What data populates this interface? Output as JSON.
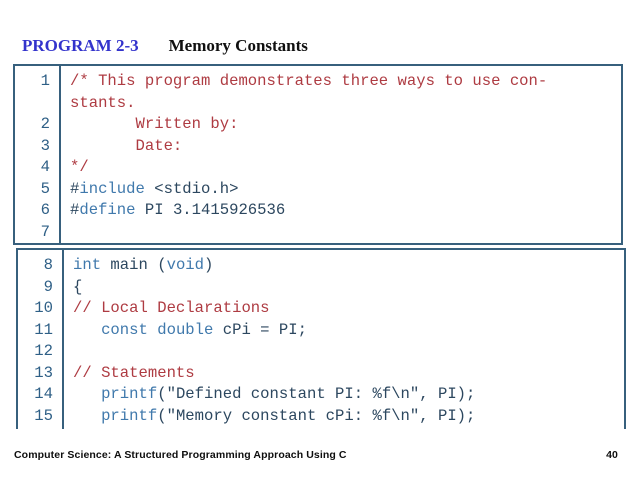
{
  "header": {
    "program_label": "PROGRAM 2-3",
    "program_title": "Memory Constants"
  },
  "footer": {
    "book_title": "Computer Science: A Structured Programming Approach Using C",
    "page_number": "40"
  },
  "colors": {
    "title_blue": "#3333cc",
    "border": "#37607d",
    "line_number": "#2e5f86",
    "keyword": "#4079ac",
    "code": "#2c475f",
    "comment": "#ae3b42"
  },
  "code_boxes": [
    {
      "rows": [
        {
          "num": "1",
          "segs": [
            {
              "t": "/* This program demonstrates three ways to use con-",
              "c": "comment"
            }
          ]
        },
        {
          "num": "",
          "segs": [
            {
              "t": "stants.",
              "c": "comment"
            }
          ]
        },
        {
          "num": "2",
          "segs": [
            {
              "t": "       Written by:",
              "c": "comment"
            }
          ]
        },
        {
          "num": "3",
          "segs": [
            {
              "t": "       Date:",
              "c": "comment"
            }
          ]
        },
        {
          "num": "4",
          "segs": [
            {
              "t": "*/",
              "c": "comment"
            }
          ]
        },
        {
          "num": "5",
          "segs": [
            {
              "t": "#",
              "c": "code"
            },
            {
              "t": "include",
              "c": "kw"
            },
            {
              "t": " <stdio.h>",
              "c": "code"
            }
          ]
        },
        {
          "num": "6",
          "segs": [
            {
              "t": "#",
              "c": "code"
            },
            {
              "t": "define",
              "c": "kw"
            },
            {
              "t": " PI 3.1415926536",
              "c": "code"
            }
          ]
        },
        {
          "num": "7",
          "segs": []
        }
      ]
    },
    {
      "rows": [
        {
          "num": "8",
          "segs": [
            {
              "t": "int",
              "c": "kw"
            },
            {
              "t": " main (",
              "c": "code"
            },
            {
              "t": "void",
              "c": "kw"
            },
            {
              "t": ")",
              "c": "code"
            }
          ]
        },
        {
          "num": "9",
          "segs": [
            {
              "t": "{",
              "c": "code"
            }
          ]
        },
        {
          "num": "10",
          "segs": [
            {
              "t": "// Local Declarations",
              "c": "comment"
            }
          ]
        },
        {
          "num": "11",
          "segs": [
            {
              "t": "   ",
              "c": "code"
            },
            {
              "t": "const",
              "c": "kw"
            },
            {
              "t": " ",
              "c": "code"
            },
            {
              "t": "double",
              "c": "kw"
            },
            {
              "t": " cPi = PI;",
              "c": "code"
            }
          ]
        },
        {
          "num": "12",
          "segs": []
        },
        {
          "num": "13",
          "segs": [
            {
              "t": "// Statements",
              "c": "comment"
            }
          ]
        },
        {
          "num": "14",
          "segs": [
            {
              "t": "   ",
              "c": "code"
            },
            {
              "t": "printf",
              "c": "kw"
            },
            {
              "t": "(\"Defined constant PI: %f\\n\", PI);",
              "c": "code"
            }
          ]
        },
        {
          "num": "15",
          "segs": [
            {
              "t": "   ",
              "c": "code"
            },
            {
              "t": "printf",
              "c": "kw"
            },
            {
              "t": "(\"Memory constant cPi: %f\\n\", PI);",
              "c": "code"
            }
          ]
        }
      ]
    }
  ]
}
